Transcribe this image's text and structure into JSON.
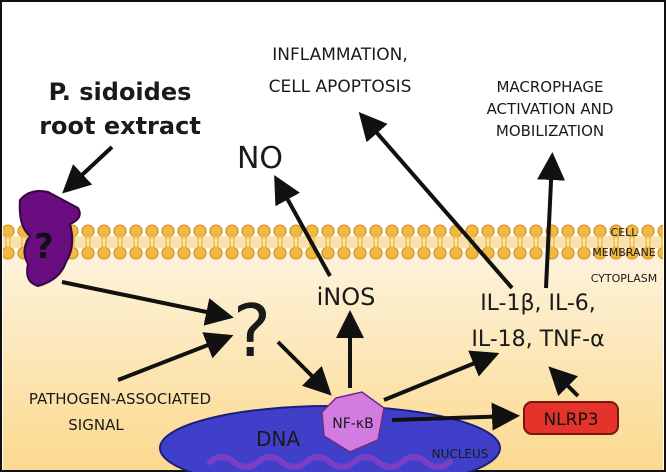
{
  "labels": {
    "extract_line1": "P. sidoides",
    "extract_line2": "root extract",
    "inflammation_line1": "INFLAMMATION,",
    "inflammation_line2": "CELL APOPTOSIS",
    "macrophage_line1": "MACROPHAGE",
    "macrophage_line2": "ACTIVATION AND",
    "macrophage_line3": "MOBILIZATION",
    "no": "NO",
    "inos": "iNOS",
    "cytokines_line1": "IL-1β, IL-6,",
    "cytokines_line2": "IL-18, TNF-α",
    "cell_membrane_line1": "CELL",
    "cell_membrane_line2": "MEMBRANE",
    "cytoplasm": "CYTOPLASM",
    "question_small": "?",
    "question_large": "?",
    "pathogen_line1": "PATHOGEN-ASSOCIATED",
    "pathogen_line2": "SIGNAL",
    "nfkb": "NF-κB",
    "nlrp3": "NLRP3",
    "dna": "DNA",
    "nucleus": "NUCLEUS"
  },
  "colors": {
    "cytoplasm_top": "#fdf3dc",
    "cytoplasm_bottom": "#fbd98f",
    "membrane": "#f0b940",
    "membrane_dark": "#c98a17",
    "receptor": "#6a0d80",
    "nucleus": "#3f3fc9",
    "nfkb": "#d27be0",
    "nlrp3": "#e4332a",
    "arrow": "#111111"
  }
}
